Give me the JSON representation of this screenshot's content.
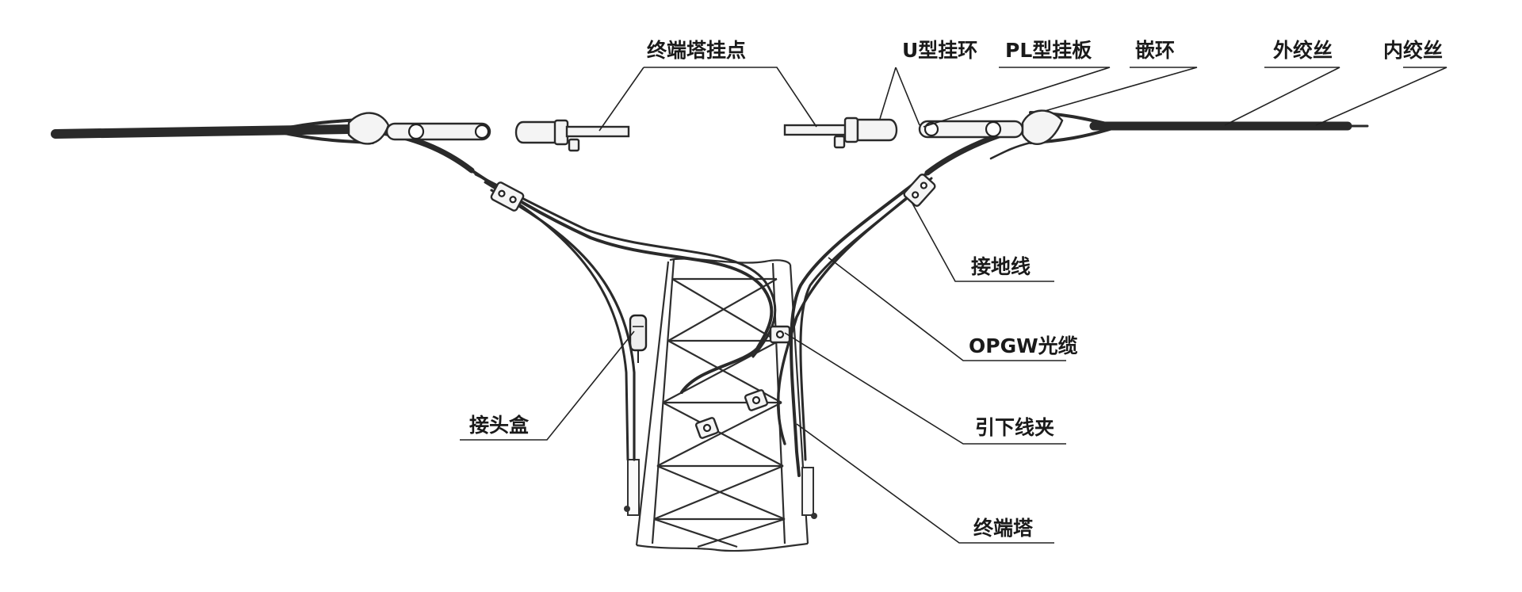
{
  "labels": {
    "tower_hang_point": "终端塔挂点",
    "u_shackle": "U型挂环",
    "pl_plate": "PL型挂板",
    "thimble": "嵌环",
    "outer_strand": "外绞丝",
    "inner_strand": "内绞丝",
    "ground_wire": "接地线",
    "opgw_cable": "OPGW光缆",
    "splice_box": "接头盒",
    "down_lead_clamp": "引下线夹",
    "terminal_tower": "终端塔"
  }
}
